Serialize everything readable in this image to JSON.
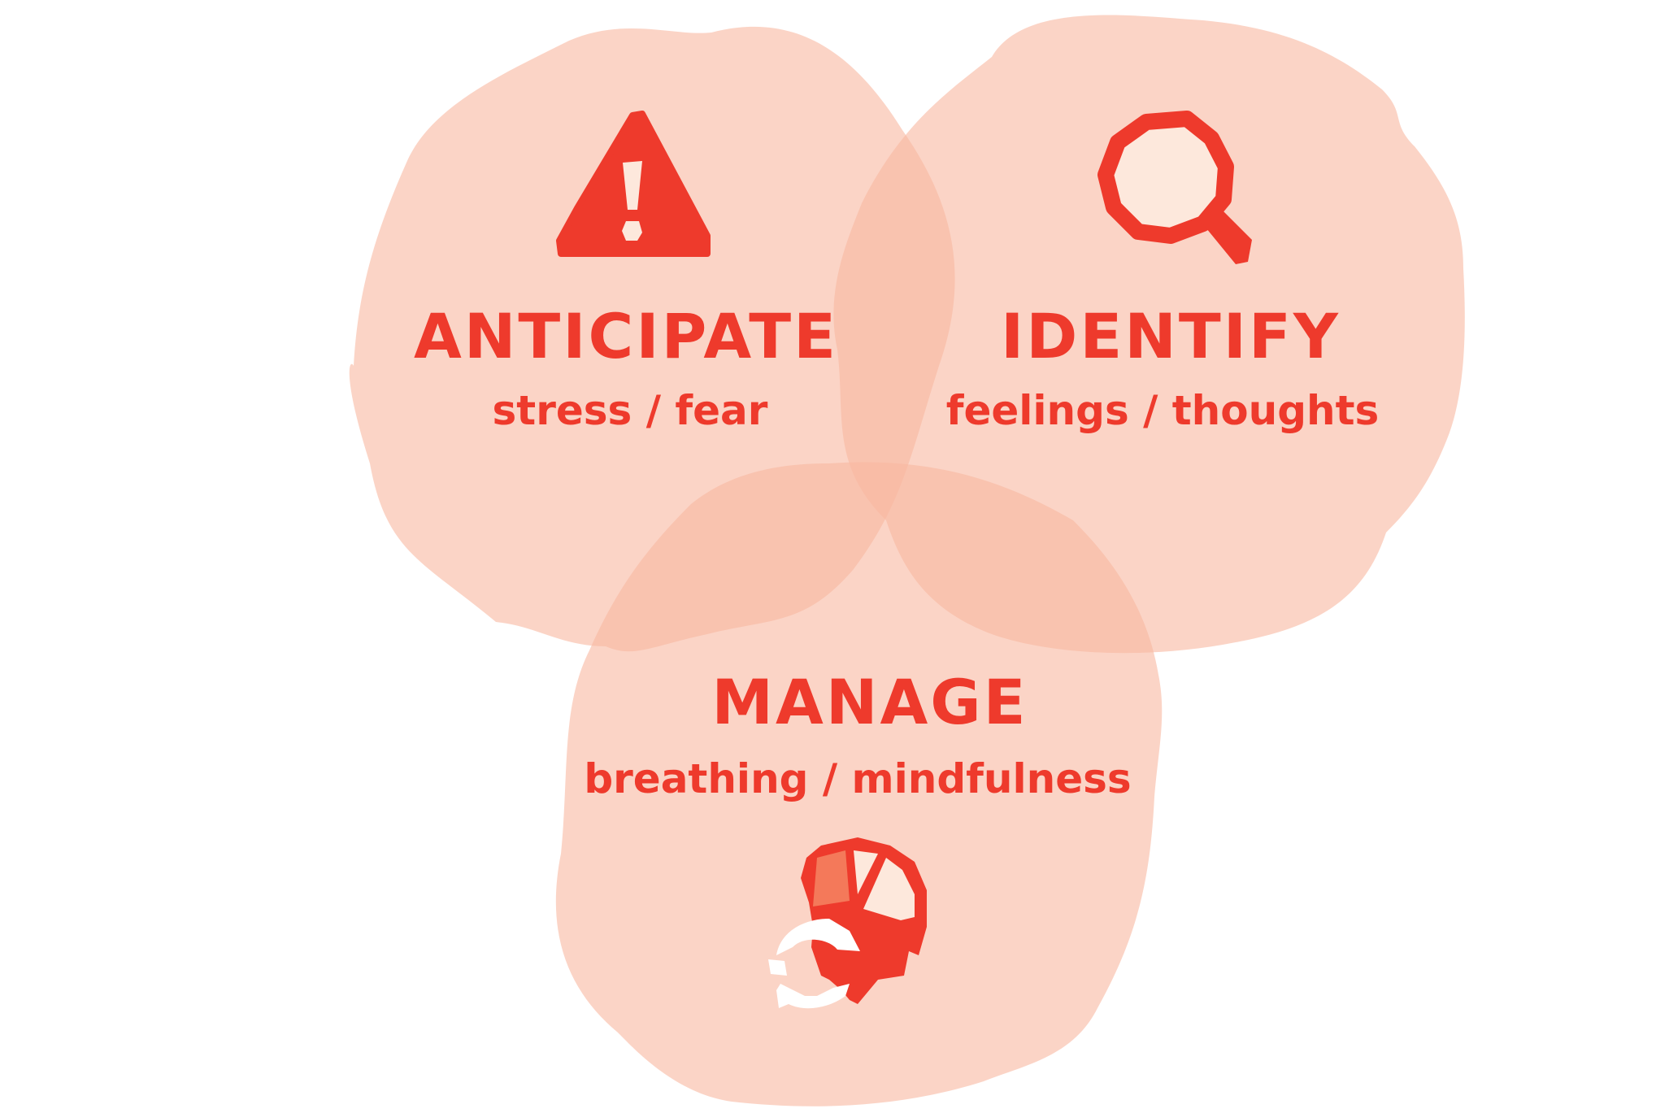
{
  "colors": {
    "blob_fill": "#f9b8a0",
    "accent": "#ee3a2c",
    "light": "#fde8dc"
  },
  "sections": {
    "anticipate": {
      "title": "ANTICIPATE",
      "subtitle": "stress / fear",
      "icon": "warning-triangle-icon"
    },
    "identify": {
      "title": "IDENTIFY",
      "subtitle": "feelings / thoughts",
      "icon": "magnifying-glass-icon"
    },
    "manage": {
      "title": "MANAGE",
      "subtitle": "breathing / mindfulness",
      "icon": "head-breathing-icon"
    }
  }
}
